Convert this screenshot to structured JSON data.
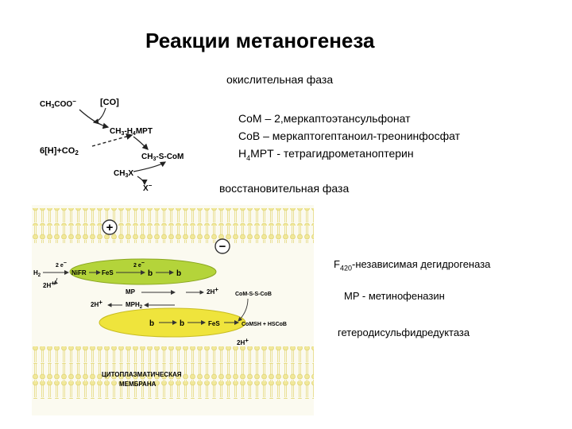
{
  "title": "Реакции метаногенеза",
  "oxidative_phase": "окислительная фаза",
  "legend": {
    "com_prefix": "CoM",
    "com_desc": " – 2,меркаптоэтансульфонат",
    "cob_prefix": "CoB",
    "cob_desc": " – меркаптогептаноил-треонинфосфат",
    "h4mpt_pre": "H",
    "h4mpt_sub": "4",
    "h4mpt_desc": "MPT - тетрагидрометаноптерин"
  },
  "reductive_phase": "восстановительная фаза",
  "labels": {
    "f420_pre": "F",
    "f420_sub": "420",
    "f420_desc": "-независимая дегидрогеназа",
    "mp": "MP - метинофеназин",
    "hdr": "гетеродисульфидредуктаза"
  },
  "scheme": {
    "ch3coo": "CH3COO⁻",
    "co": "[CO]",
    "ch3h4mpt": "CH3-H4MPT",
    "h_co2": "6[H]+CO2",
    "ch3scom": "CH3-S-CoM",
    "ch3x": "CH3X",
    "x": "X⁻"
  },
  "membrane": {
    "plus": "+",
    "minus": "−",
    "h2": "H2",
    "two_e_1": "2 e⁻",
    "nifr": "NiFR",
    "fes1": "FeS",
    "two_e_2": "2 e⁻",
    "b1_top": "b",
    "b2_top": "b",
    "two_h_1": "2H⁺",
    "mp": "MP",
    "mph2": "MPH2",
    "two_h_2": "2H⁺",
    "two_h_3": "2H⁺",
    "cob_scob": "CoM-S-S-CoB",
    "b1_bot": "b",
    "b2_bot": "b",
    "fes2": "FeS",
    "comsh": "CoMSH + HSCoB",
    "two_h_4": "2H⁺",
    "membrane_label_1": "ЦИТОПЛАЗМАТИЧЕСКАЯ",
    "membrane_label_2": "МЕМБРАНА"
  }
}
